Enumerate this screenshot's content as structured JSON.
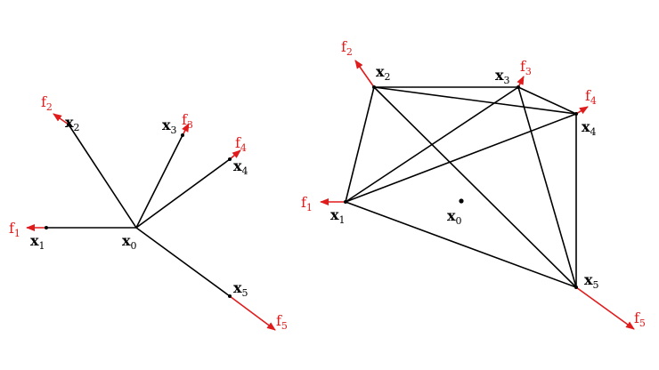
{
  "colors": {
    "edge": "#000000",
    "force": "#e01b1b",
    "node": "#000000",
    "label": "#000000"
  },
  "diagram_left": {
    "nodes": [
      {
        "id": "x0",
        "base": "x",
        "sub": "0"
      },
      {
        "id": "x1",
        "base": "x",
        "sub": "1"
      },
      {
        "id": "x2",
        "base": "x",
        "sub": "2"
      },
      {
        "id": "x3",
        "base": "x",
        "sub": "3"
      },
      {
        "id": "x4",
        "base": "x",
        "sub": "4"
      },
      {
        "id": "x5",
        "base": "x",
        "sub": "5"
      }
    ],
    "forces": [
      {
        "id": "f1",
        "base": "f",
        "sub": "1"
      },
      {
        "id": "f2",
        "base": "f",
        "sub": "2"
      },
      {
        "id": "f3",
        "base": "f",
        "sub": "3"
      },
      {
        "id": "f4",
        "base": "f",
        "sub": "4"
      },
      {
        "id": "f5",
        "base": "f",
        "sub": "5"
      }
    ]
  },
  "diagram_right": {
    "nodes": [
      {
        "id": "x0",
        "base": "x",
        "sub": "0"
      },
      {
        "id": "x1",
        "base": "x",
        "sub": "1"
      },
      {
        "id": "x2",
        "base": "x",
        "sub": "2"
      },
      {
        "id": "x3",
        "base": "x",
        "sub": "3"
      },
      {
        "id": "x4",
        "base": "x",
        "sub": "4"
      },
      {
        "id": "x5",
        "base": "x",
        "sub": "5"
      }
    ],
    "forces": [
      {
        "id": "f1",
        "base": "f",
        "sub": "1"
      },
      {
        "id": "f2",
        "base": "f",
        "sub": "2"
      },
      {
        "id": "f3",
        "base": "f",
        "sub": "3"
      },
      {
        "id": "f4",
        "base": "f",
        "sub": "4"
      },
      {
        "id": "f5",
        "base": "f",
        "sub": "5"
      }
    ]
  }
}
